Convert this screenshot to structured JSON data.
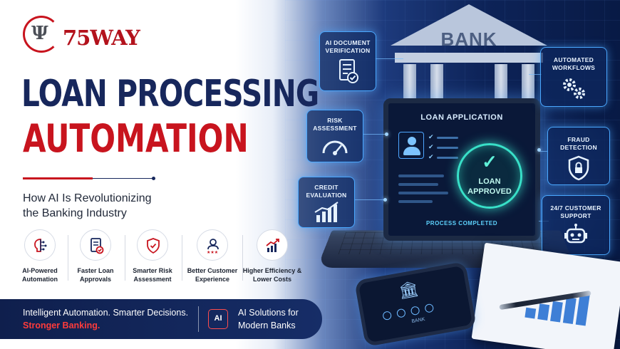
{
  "brand": {
    "logo_glyph": "Ψ",
    "name": "75WAY"
  },
  "headline": {
    "line1": "LOAN PROCESSING",
    "line2": "AUTOMATION"
  },
  "subtitle": {
    "line1": "How AI Is Revolutionizing",
    "line2": "the Banking Industry"
  },
  "features": [
    {
      "label": "AI-Powered Automation",
      "icon": "brain-circuit-icon"
    },
    {
      "label": "Faster Loan Approvals",
      "icon": "document-check-icon"
    },
    {
      "label": "Smarter Risk Assessment",
      "icon": "shield-check-icon"
    },
    {
      "label": "Better Customer Experience",
      "icon": "customer-rating-icon"
    },
    {
      "label": "Higher Efficiency & Lower Costs",
      "icon": "growth-chart-icon"
    }
  ],
  "banner": {
    "tagline_line1": "Intelligent Automation. Smarter Decisions.",
    "tagline_line2": "Stronger Banking.",
    "chip": "AI",
    "solutions_line1": "AI Solutions for",
    "solutions_line2": "Modern Banks"
  },
  "scene": {
    "bank_sign": "BANK",
    "laptop": {
      "title": "LOAN APPLICATION",
      "status_line1": "LOAN",
      "status_line2": "APPROVED",
      "footer": "PROCESS COMPLETED"
    },
    "phone_label": "BANK",
    "callouts": [
      {
        "line1": "AI DOCUMENT",
        "line2": "VERIFICATION",
        "icon": "document-verified-icon"
      },
      {
        "line1": "RISK",
        "line2": "ASSESSMENT",
        "icon": "gauge-icon"
      },
      {
        "line1": "CREDIT",
        "line2": "EVALUATION",
        "icon": "bar-chart-icon"
      },
      {
        "line1": "AUTOMATED",
        "line2": "WORKFLOWS",
        "icon": "gears-icon"
      },
      {
        "line1": "FRAUD",
        "line2": "DETECTION",
        "icon": "shield-lock-icon"
      },
      {
        "line1": "24/7 CUSTOMER",
        "line2": "SUPPORT",
        "icon": "robot-icon"
      }
    ]
  },
  "colors": {
    "brand_red": "#c8141e",
    "navy": "#17275c",
    "glow_blue": "#4aa8ff",
    "approve_teal": "#38e0c8"
  }
}
